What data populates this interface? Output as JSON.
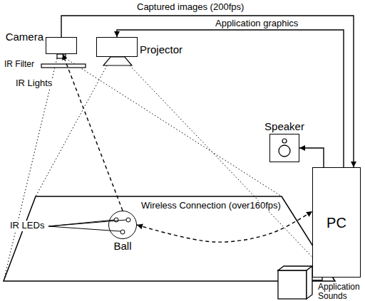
{
  "diagram": {
    "nodes": [
      {
        "text": [
          "Camera"
        ]
      },
      {
        "text": [
          "Projector"
        ]
      },
      {
        "text": [
          "Ball"
        ]
      },
      {
        "text": [
          "Speaker"
        ]
      },
      {
        "text": [
          "PC"
        ]
      }
    ],
    "edges": [
      {
        "from": 0,
        "to": 4,
        "arrow": "to",
        "label": "Captured images (200fps)"
      },
      {
        "from": 4,
        "to": 1,
        "arrow": "to",
        "label": "Application graphics"
      },
      {
        "from": 4,
        "to": 3,
        "arrow": "to"
      },
      {
        "from": 2,
        "to": 4,
        "arrow": "both",
        "label": "Wireless Connection (over160fps)"
      },
      {
        "from": 2,
        "to": 0,
        "arrow": "to",
        "label": "IR Lights"
      }
    ],
    "labels": [
      "IR Filter",
      "IR LEDs",
      "Application Sounds"
    ]
  }
}
